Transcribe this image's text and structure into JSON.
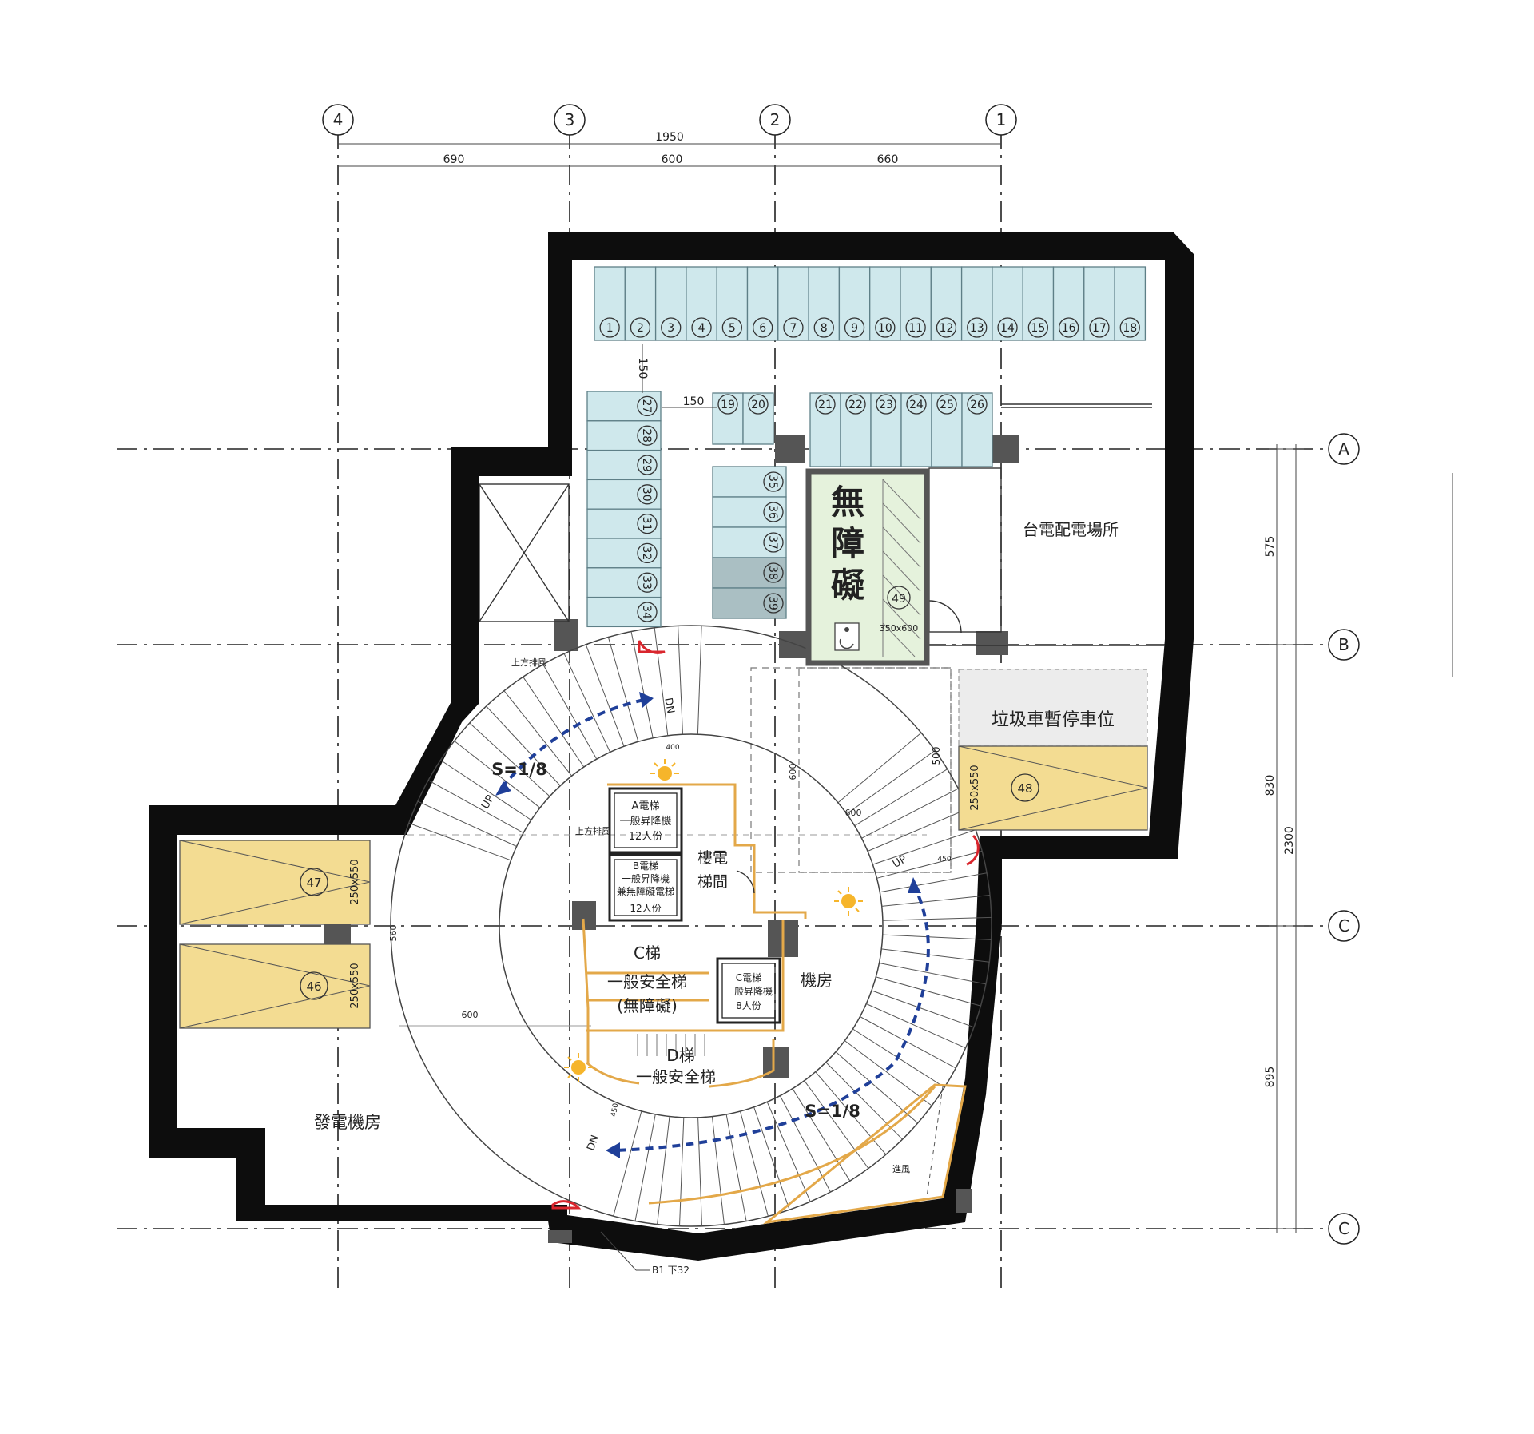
{
  "grid": {
    "columns": [
      "4",
      "3",
      "2",
      "1"
    ],
    "rows": [
      "A",
      "B",
      "C",
      "C"
    ]
  },
  "dimensions": {
    "top_total": "1950",
    "top_spans": [
      "690",
      "600",
      "660"
    ],
    "right_total": "2300",
    "right_spans": [
      "575",
      "830",
      "895"
    ],
    "interior": [
      "150",
      "150",
      "600",
      "600",
      "500",
      "560",
      "600",
      "400",
      "450",
      "450"
    ]
  },
  "parking": {
    "top_row": [
      "1",
      "2",
      "3",
      "4",
      "5",
      "6",
      "7",
      "8",
      "9",
      "10",
      "11",
      "12",
      "13",
      "14",
      "15",
      "16",
      "17",
      "18"
    ],
    "middle_pair": [
      "19",
      "20"
    ],
    "middle_row": [
      "21",
      "22",
      "23",
      "24",
      "25",
      "26"
    ],
    "left_column": [
      "27",
      "28",
      "29",
      "30",
      "31",
      "32",
      "33",
      "34"
    ],
    "center_column": [
      "35",
      "36",
      "37",
      "38",
      "39"
    ],
    "accessible_number": "49",
    "accessible_note": "350x600",
    "accessible_label": "無障礙",
    "large_slots": [
      {
        "num": "48",
        "size": "250x550"
      },
      {
        "num": "47",
        "size": "250x550"
      },
      {
        "num": "46",
        "size": "250x550"
      }
    ]
  },
  "rooms": {
    "taipower": "台電配電場所",
    "garbage": "垃圾車暫停車位",
    "generator": "發電機房",
    "machine": "機房",
    "stairhall": [
      "樓電",
      "梯間"
    ],
    "elevator_a": [
      "A電梯",
      "一般昇降機",
      "12人份"
    ],
    "elevator_b": [
      "B電梯",
      "一般昇降機",
      "兼無障礙電梯",
      "12人份"
    ],
    "elevator_c": [
      "C電梯",
      "一般昇降機",
      "8人份"
    ],
    "stair_c": [
      "C梯",
      "一般安全梯",
      "(無障礙)"
    ],
    "stair_d": [
      "D梯",
      "一般安全梯"
    ],
    "exhaust": "上方排風",
    "intake": "進風"
  },
  "ramp": {
    "slope_upper": "S=1/8",
    "slope_lower": "S=1/8",
    "dn": "DN",
    "up": "UP",
    "level_note": "B1 下32"
  },
  "colors": {
    "wall": "#0d0d0d",
    "parking_blue": "#cfe8ec",
    "parking_yellow": "#f3dc92",
    "accessible_green": "#e5f2dc",
    "arrow_blue": "#1f3f99",
    "door_red": "#d9262d",
    "light_orange": "#f6b52b"
  }
}
